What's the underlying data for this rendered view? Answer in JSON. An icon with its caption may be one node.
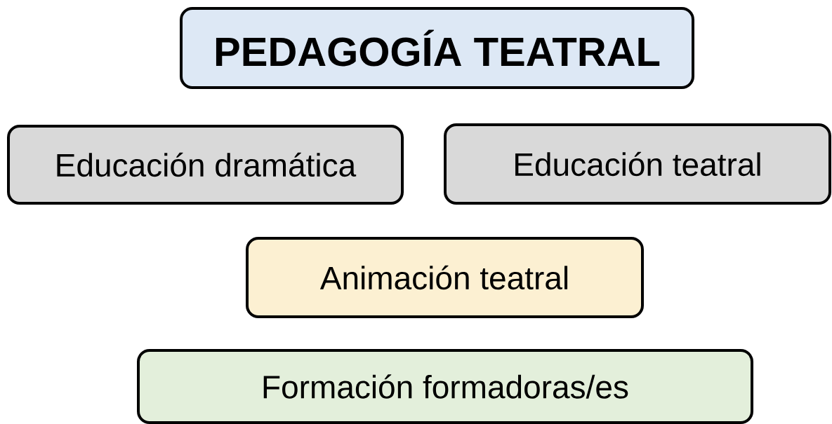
{
  "diagram": {
    "nodes": [
      {
        "text": [
          "PEDAGOGÍA TEATRAL"
        ]
      },
      {
        "text": [
          "Educación dramática"
        ]
      },
      {
        "text": [
          "Educación teatral"
        ]
      },
      {
        "text": [
          "Animación teatral"
        ]
      },
      {
        "text": [
          "Formación formadoras/es"
        ]
      }
    ]
  }
}
